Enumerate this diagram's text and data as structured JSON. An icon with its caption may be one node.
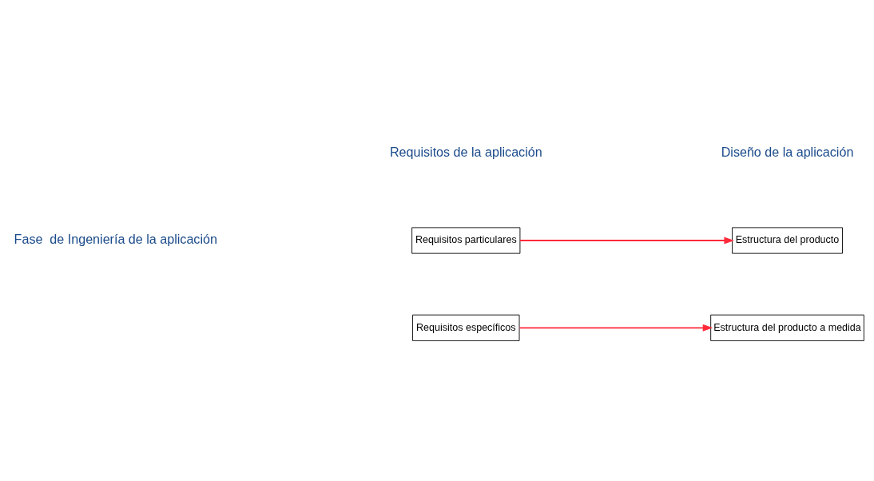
{
  "diagram": {
    "nodes": [
      {
        "text": [
          "Requisitos particulares"
        ]
      },
      {
        "text": [
          "Estructura del producto"
        ]
      },
      {
        "text": [
          "Requisitos específicos"
        ]
      },
      {
        "text": [
          "Estructura del producto a medida"
        ]
      }
    ],
    "edges": [
      {
        "from": 0,
        "to": 1,
        "arrow": "to"
      },
      {
        "from": 2,
        "to": 3,
        "arrow": "to"
      }
    ],
    "labels": [
      "Requisitos de la aplicación",
      "Diseño de la aplicación",
      "Fase  de Ingeniería de la aplicación"
    ]
  }
}
